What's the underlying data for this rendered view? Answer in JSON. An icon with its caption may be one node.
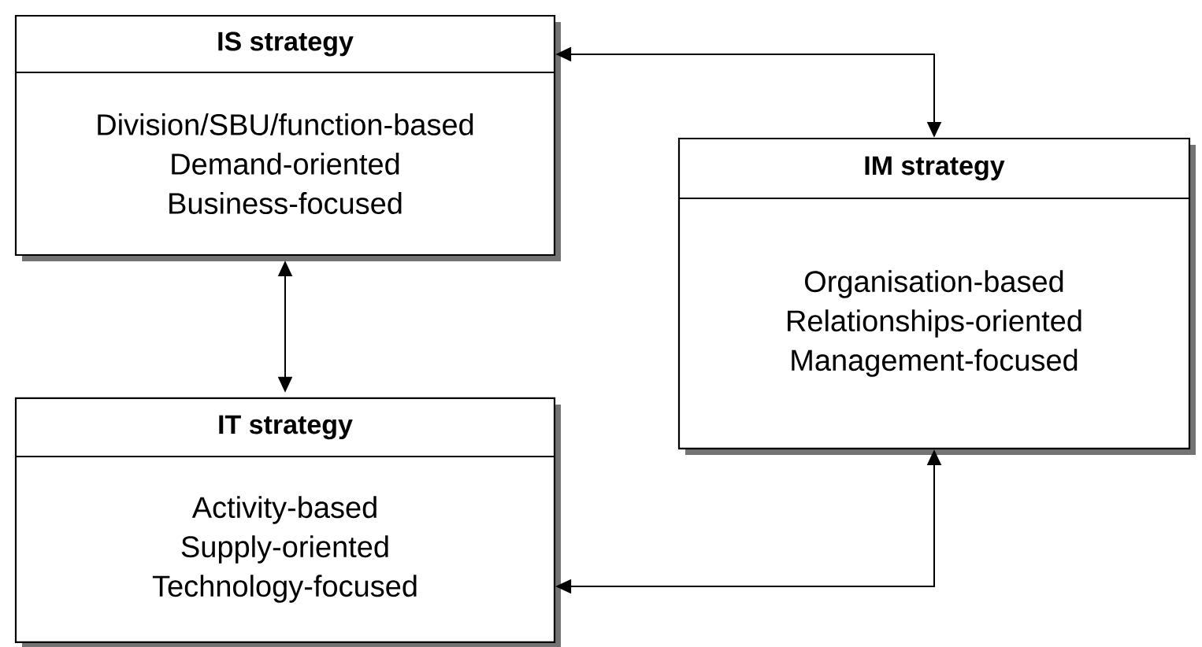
{
  "diagram": {
    "nodes": [
      {
        "text": [
          "IS strategy",
          "Division/SBU/function-based Demand-oriented Business-focused"
        ]
      },
      {
        "text": [
          "IM strategy",
          "Organisation-based Relationships-oriented Management-focused"
        ]
      },
      {
        "text": [
          "IT strategy",
          "Activity-based Supply-oriented Technology-focused"
        ]
      }
    ],
    "edges": [
      {
        "from": 0,
        "to": 1,
        "arrow": "both"
      },
      {
        "from": 0,
        "to": 2,
        "arrow": "both"
      },
      {
        "from": 2,
        "to": 1,
        "arrow": "both"
      }
    ]
  }
}
